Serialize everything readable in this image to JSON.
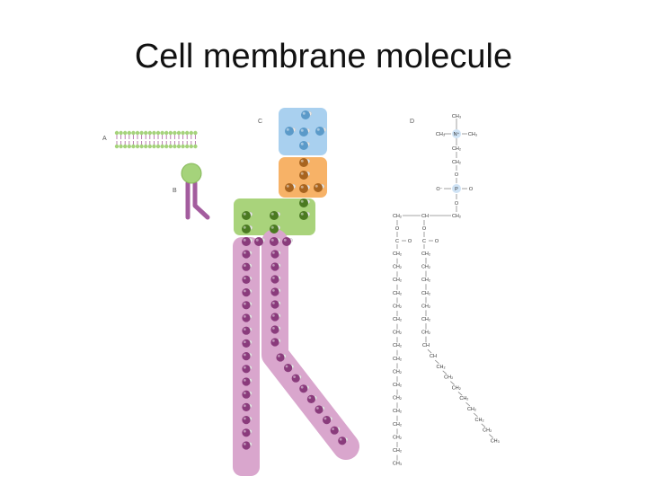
{
  "slide": {
    "title": "Cell membrane molecule"
  },
  "panels": {
    "a": "A",
    "b": "B",
    "c": "C",
    "d": "D"
  },
  "colors": {
    "head_box": "#a9d0ef",
    "phosphate_box": "#f7b267",
    "glycerol_box": "#a9d37b",
    "tail_box": "#d9a6cd",
    "head_atom": "#5b9ac9",
    "phosphate_atom": "#a8641f",
    "glycerol_atom": "#4b7a22",
    "tail_atom": "#8a3b7c",
    "bilayer_head": "#a5d37b",
    "bilayer_tail": "#b070a8"
  },
  "formula": {
    "head": {
      "methyl_top": "CH₃",
      "methyl_left": "CH₃",
      "nitrogen": "N⁺",
      "methyl_right": "CH₃",
      "ch2_a": "CH₂",
      "ch2_b": "CH₂"
    },
    "phosphate": {
      "o_top": "O",
      "o_left": "O⁻",
      "p": "P",
      "o_right": "O",
      "o_bottom": "O"
    },
    "glycerol": {
      "left": "CH₂",
      "middle": "CH",
      "right": "CH₂"
    },
    "ester": {
      "o1": "O",
      "o2": "O",
      "c1": "C",
      "c2": "C",
      "co1": "O",
      "co2": "O"
    },
    "chain1": [
      "CH₂",
      "CH₂",
      "CH₂",
      "CH₂",
      "CH₂",
      "CH₂",
      "CH₂",
      "CH₂",
      "CH₂",
      "CH₂",
      "CH₂",
      "CH₂",
      "CH₂",
      "CH₂",
      "CH₂",
      "CH₂",
      "CH₃"
    ],
    "chain2": [
      "CH₂",
      "CH₂",
      "CH₂",
      "CH₂",
      "CH₂",
      "CH₂",
      "CH₂",
      "CH",
      "CH",
      "CH₂",
      "CH₂",
      "CH₂",
      "CH₂",
      "CH₂",
      "CH₂",
      "CH₂",
      "CH₃"
    ]
  }
}
